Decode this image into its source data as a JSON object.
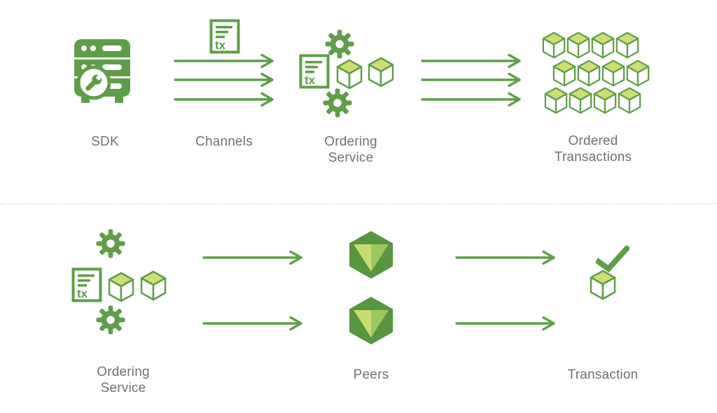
{
  "colors": {
    "green": "#5f9e49",
    "green_light": "#ccdf72",
    "peer_base": "#579540",
    "peer_mid": "#9cc75e",
    "peer_light": "#cadc71",
    "text": "#70746b",
    "divider": "#e6e6df",
    "background": "#ffffff"
  },
  "labels": {
    "sdk": "SDK",
    "channels": "Channels",
    "ordering_service_line1": "Ordering",
    "ordering_service_line2": "Service",
    "ordered_transactions_line1": "Ordered",
    "ordered_transactions_line2": "Transactions",
    "peers": "Peers",
    "transaction": "Transaction",
    "tx_badge": "tx"
  },
  "structure": {
    "top_flow": [
      "SDK",
      "Channels",
      "Ordering Service",
      "Ordered Transactions"
    ],
    "bottom_flow": [
      "Ordering Service",
      "Peers",
      "Transaction"
    ],
    "channel_arrow_count": 3,
    "ordering_to_ordered_arrow_count": 3,
    "ordering_to_peers_arrow_count": 2,
    "peers_to_transaction_arrow_count": 2,
    "ordered_transactions_cube_rows": [
      4,
      4,
      4
    ],
    "peer_count": 2
  }
}
